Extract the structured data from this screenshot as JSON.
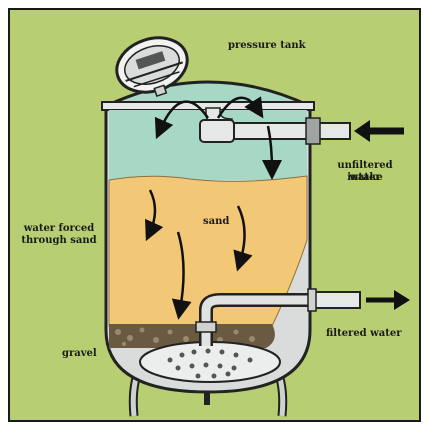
{
  "labels": {
    "pressure_tank": "pressure tank",
    "unfiltered_line1": "unfiltered water",
    "unfiltered_line2": "intake",
    "water_forced_line1": "water forced",
    "water_forced_line2": "through sand",
    "sand": "sand",
    "filtered_water": "filtered water",
    "gravel": "gravel"
  },
  "colors": {
    "background": "#b7cf72",
    "water": "#a7d7c5",
    "sand": "#f2c877",
    "gravel": "#6b5a42",
    "steel": "#d9dcdb",
    "outline": "#222222"
  },
  "icons": {
    "pressure_gauge": "pressure-gauge-icon",
    "flow_arrows": "flow-arrow-icon"
  }
}
